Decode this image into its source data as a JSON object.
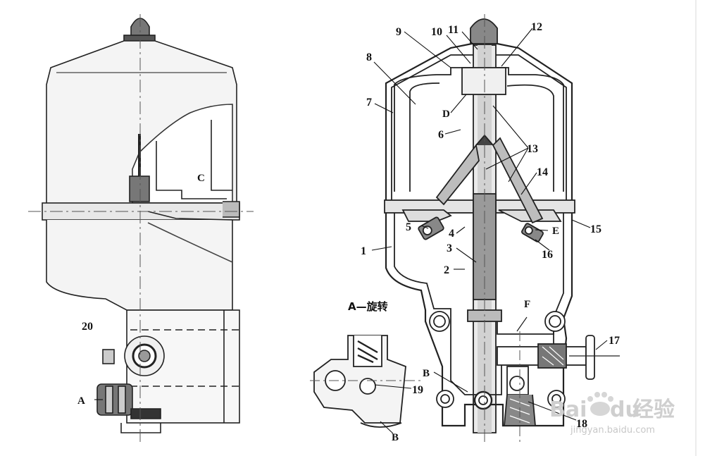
{
  "diagram": {
    "callout_numbers": [
      "1",
      "2",
      "3",
      "4",
      "5",
      "6",
      "7",
      "8",
      "9",
      "10",
      "11",
      "12",
      "13",
      "14",
      "15",
      "16",
      "17",
      "18",
      "19",
      "20"
    ],
    "letters": {
      "A": "A",
      "B": "B",
      "C": "C",
      "D": "D",
      "E": "E",
      "F": "F"
    },
    "caption": "A—旋转",
    "watermark": {
      "logo_text": "Bai",
      "logo_text2": "du",
      "brand": "经验",
      "url": "jingyan.baidu.com"
    }
  }
}
